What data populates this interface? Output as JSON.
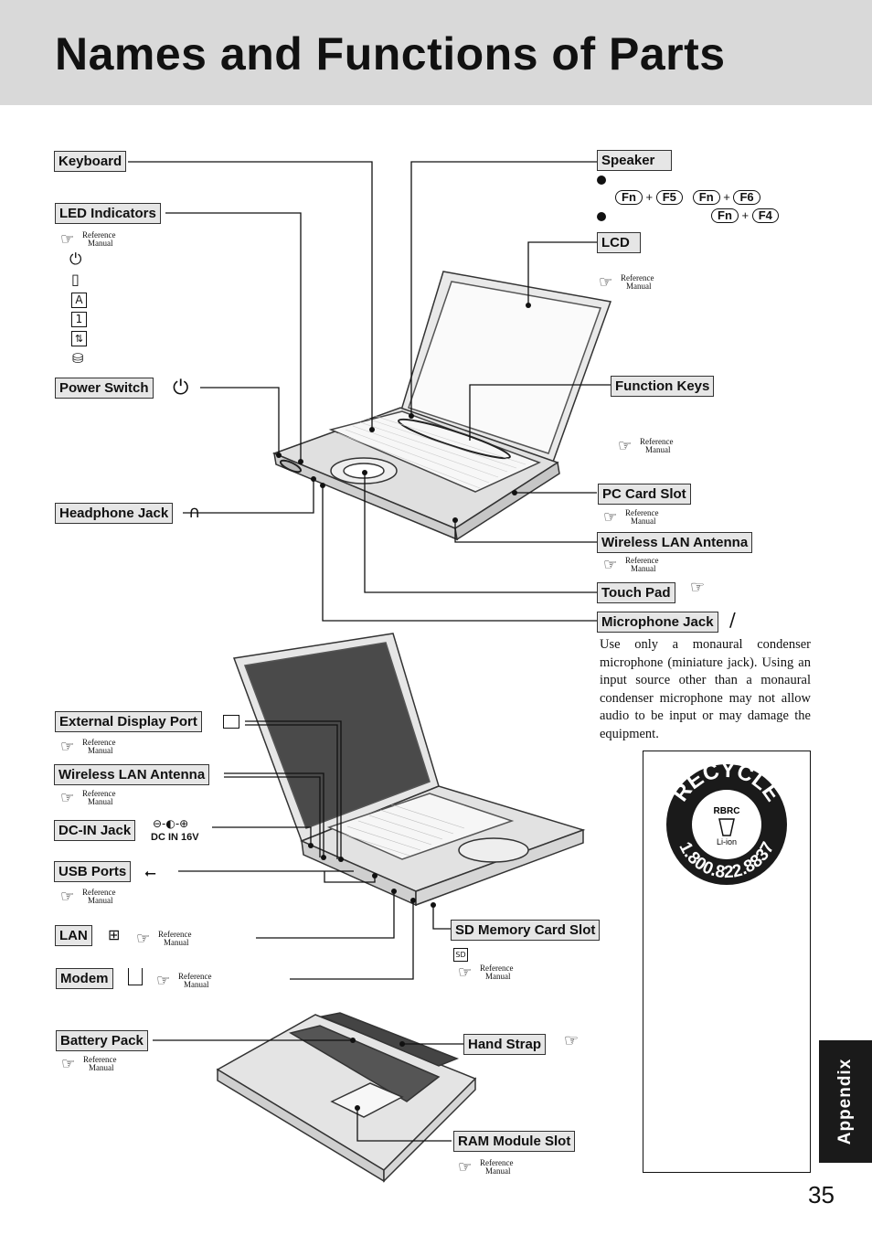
{
  "page": {
    "title": "Names and Functions of Parts",
    "page_number": "35",
    "side_tab": "Appendix"
  },
  "labels": {
    "keyboard": "Keyboard",
    "led_indicators": "LED Indicators",
    "power_switch": "Power Switch",
    "headphone_jack": "Headphone Jack",
    "speaker": "Speaker",
    "lcd": "LCD",
    "function_keys": "Function Keys",
    "pc_card_slot": "PC Card Slot",
    "wireless_lan_antenna_top": "Wireless LAN Antenna",
    "touch_pad": "Touch Pad",
    "microphone_jack": "Microphone Jack",
    "external_display_port": "External Display Port",
    "wireless_lan_antenna_bottom": "Wireless LAN Antenna",
    "dc_in_jack": "DC-IN Jack",
    "usb_ports": "USB Ports",
    "lan": "LAN",
    "modem": "Modem",
    "sd_memory_card_slot": "SD Memory Card Slot",
    "battery_pack": "Battery Pack",
    "hand_strap": "Hand Strap",
    "ram_module_slot": "RAM Module Slot"
  },
  "reference": {
    "line1": "Reference",
    "line2": "Manual"
  },
  "keys": {
    "fn": "Fn",
    "f5": "F5",
    "f6": "F6",
    "f4": "F4",
    "plus": "+"
  },
  "dc_in_text": "DC IN 16V",
  "sd_text": "SD",
  "microphone_note": "Use only a monaural condenser microphone (miniature jack). Using an input source other than a monaural condenser microphone may not allow audio to be input or may damage the equipment.",
  "recycle_logo": {
    "top": "RECYCLE",
    "middle": "RBRC",
    "bottom": "1.800.822.8837",
    "type": "Li-ion"
  },
  "icons": {
    "led": [
      "power-led-icon",
      "battery-led-icon",
      "caps-lock-icon",
      "num-lock-icon",
      "scroll-lock-icon",
      "hdd-icon"
    ],
    "power": "power-icon",
    "headphone": "headphone-icon",
    "microphone": "microphone-icon",
    "display": "monitor-icon",
    "dc_in": "dc-polarity-icon",
    "usb": "usb-icon",
    "lan": "network-icon",
    "modem": "phone-jack-icon"
  }
}
